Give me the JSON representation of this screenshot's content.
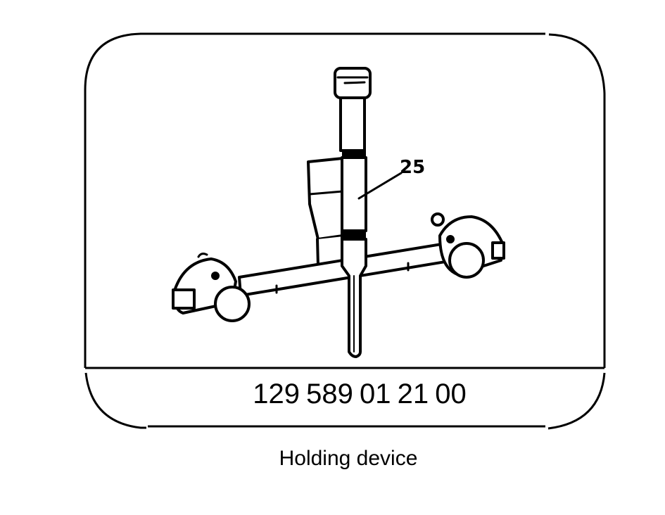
{
  "figure": {
    "part_number": "129 589 01 21 00",
    "caption": "Holding device",
    "callouts": [
      {
        "label": "25",
        "target": "center-sleeve"
      }
    ]
  },
  "colors": {
    "line": "#000000",
    "background": "#ffffff"
  }
}
